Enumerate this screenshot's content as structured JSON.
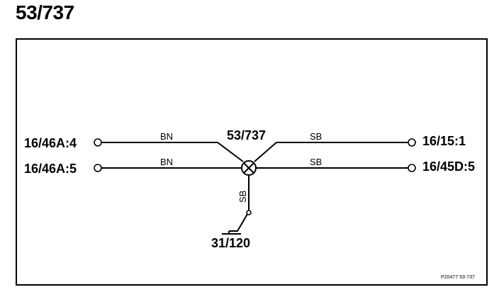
{
  "title": "53/737",
  "splice_label": "53/737",
  "connectors": {
    "left_top": "16/46A:4",
    "left_bottom": "16/46A:5",
    "right_top": "16/15:1",
    "right_bottom": "16/45D:5",
    "ground": "31/120"
  },
  "wire_colors": {
    "left_top": "BN",
    "left_bottom": "BN",
    "right_top": "SB",
    "right_bottom": "SB",
    "down": "SB"
  },
  "reference": "P20477 53-737"
}
